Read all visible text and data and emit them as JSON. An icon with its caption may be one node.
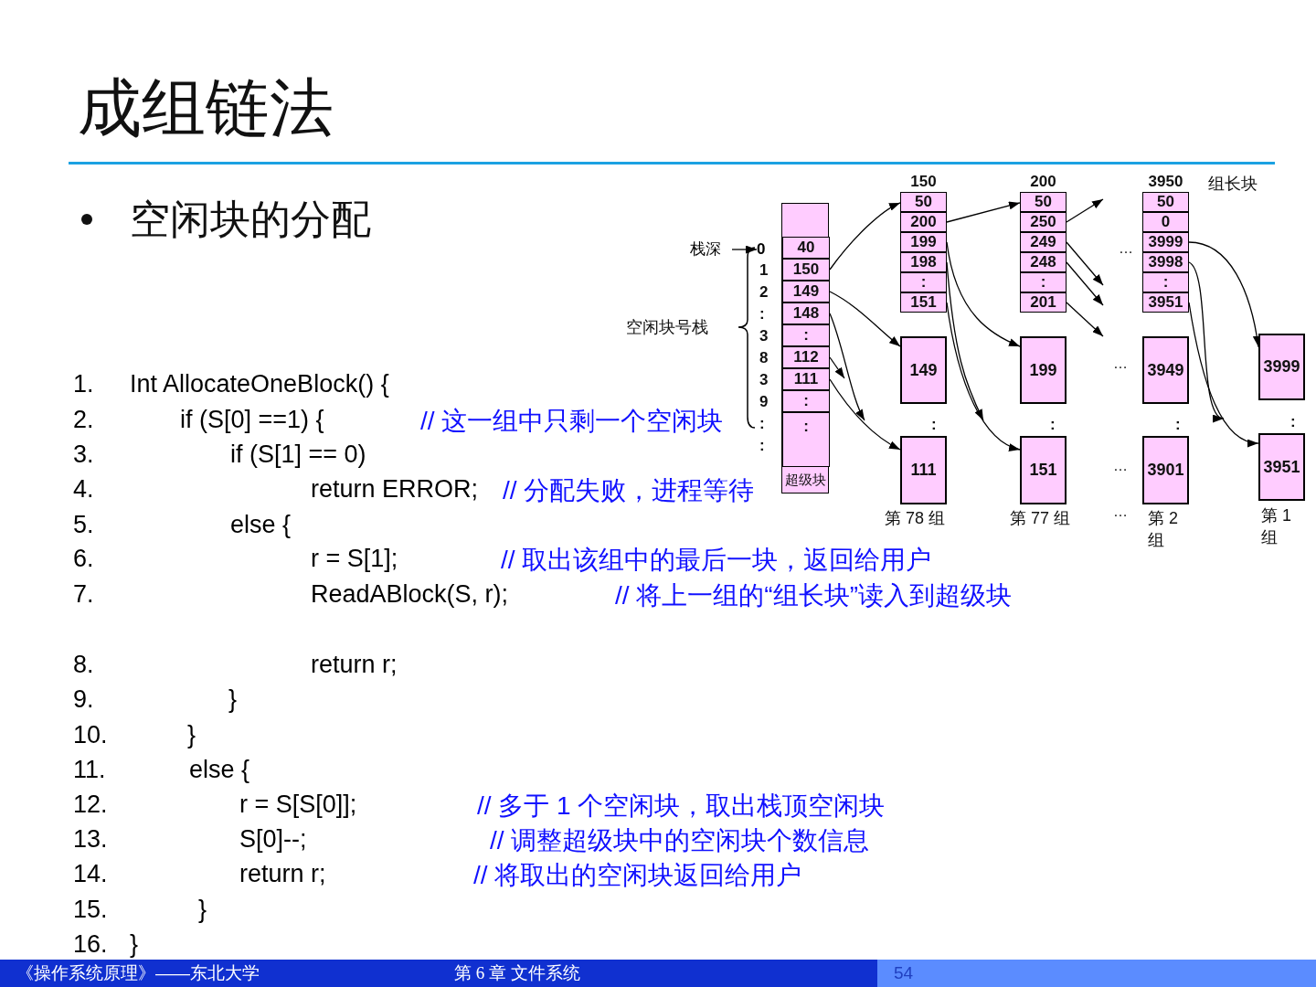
{
  "diagram": {
    "title": "成组链法",
    "nodes": [
      {
        "text": [
          "超级块"
        ]
      },
      {
        "text": [
          "40"
        ],
        "in": 0
      },
      {
        "text": [
          "150"
        ],
        "in": 0
      },
      {
        "text": [
          "149"
        ],
        "in": 0
      },
      {
        "text": [
          "148"
        ],
        "in": 0
      },
      {
        "text": [
          ":"
        ],
        "in": 0
      },
      {
        "text": [
          "112"
        ],
        "in": 0
      },
      {
        "text": [
          "111"
        ],
        "in": 0
      },
      {
        "text": [
          ":"
        ],
        "in": 0
      },
      {
        "text": [
          ":"
        ],
        "in": 0
      },
      {
        "text": [
          "150"
        ]
      },
      {
        "text": [
          "50"
        ],
        "in": 10
      },
      {
        "text": [
          "200"
        ],
        "in": 10
      },
      {
        "text": [
          "199"
        ],
        "in": 10
      },
      {
        "text": [
          "198"
        ],
        "in": 10
      },
      {
        "text": [
          ":"
        ],
        "in": 10
      },
      {
        "text": [
          "151"
        ],
        "in": 10
      },
      {
        "text": [
          "200"
        ]
      },
      {
        "text": [
          "50"
        ],
        "in": 17
      },
      {
        "text": [
          "250"
        ],
        "in": 17
      },
      {
        "text": [
          "249"
        ],
        "in": 17
      },
      {
        "text": [
          "248"
        ],
        "in": 17
      },
      {
        "text": [
          ":"
        ],
        "in": 17
      },
      {
        "text": [
          "201"
        ],
        "in": 17
      },
      {
        "text": [
          "3950"
        ],
        "beside": [
          "组长块"
        ]
      },
      {
        "text": [
          "50"
        ],
        "in": 24
      },
      {
        "text": [
          "0"
        ],
        "in": 24
      },
      {
        "text": [
          "3999"
        ],
        "in": 24
      },
      {
        "text": [
          "3998"
        ],
        "in": 24
      },
      {
        "text": [
          ":"
        ],
        "in": 24
      },
      {
        "text": [
          "3951"
        ],
        "in": 24
      },
      {
        "text": [
          "149"
        ]
      },
      {
        "text": [
          "199"
        ]
      },
      {
        "text": [
          "3949"
        ]
      },
      {
        "text": [
          "3999"
        ]
      },
      {
        "text": [
          "111"
        ],
        "beside": [
          "第 78 组"
        ]
      },
      {
        "text": [
          "151"
        ],
        "beside": [
          "第 77 组"
        ]
      },
      {
        "text": [
          "3901"
        ],
        "beside": [
          "第 2 组"
        ]
      },
      {
        "text": [
          "3951"
        ],
        "beside": [
          "第 1 组"
        ]
      },
      {
        "text": [
          "栈深"
        ]
      },
      {
        "text": [
          "0"
        ]
      }
    ],
    "edges": [
      {
        "from": 39,
        "to": 40,
        "arrow": "to"
      },
      {
        "from": 2,
        "to": 10,
        "arrow": "to"
      },
      {
        "from": 3,
        "to": 31,
        "arrow": "to"
      },
      {
        "from": 4,
        "to": null,
        "arrow": "to"
      },
      {
        "from": 6,
        "to": null,
        "arrow": "to"
      },
      {
        "from": 7,
        "to": 35,
        "arrow": "to"
      },
      {
        "from": 12,
        "to": 17,
        "arrow": "to"
      },
      {
        "from": 13,
        "to": 32,
        "arrow": "to"
      },
      {
        "from": 14,
        "to": null,
        "arrow": "to"
      },
      {
        "from": 16,
        "to": 36,
        "arrow": "to"
      },
      {
        "from": 19,
        "to": null,
        "arrow": "to"
      },
      {
        "from": 20,
        "to": null,
        "arrow": "to"
      },
      {
        "from": 21,
        "to": null,
        "arrow": "to"
      },
      {
        "from": 23,
        "to": null,
        "arrow": "to"
      },
      {
        "from": 27,
        "to": 34,
        "arrow": "to"
      },
      {
        "from": 28,
        "to": null,
        "arrow": "to"
      },
      {
        "from": 30,
        "to": 38,
        "arrow": "to"
      }
    ],
    "labels": [
      "空闲块的分配",
      "空闲块号栈",
      "1",
      "2",
      ":",
      "3",
      "8",
      "3",
      "9",
      ":",
      ":",
      "…",
      "…",
      ":",
      ":",
      ":",
      ":",
      "…",
      "…",
      "1.",
      "Int AllocateOneBlock()  {",
      "2.",
      "if  (S[0] ==1) {",
      "// 这一组中只剩一个空闲块",
      "3.",
      "if  (S[1] == 0)",
      "4.",
      "return ERROR;",
      "// 分配失败，进程等待",
      "5.",
      "else  {",
      "6.",
      "r = S[1];",
      "// 取出该组中的最后一块，返回给用户",
      "7.",
      "ReadABlock(S, r);",
      "// 将上一组的“组长块”读入到超级块",
      "8.",
      "return r;",
      "9.",
      "}",
      "10.",
      "}",
      "11.",
      "else  {",
      "12.",
      "r = S[S[0]];",
      "// 多于 1 个空闲块，取出栈顶空闲块",
      "13.",
      "S[0]--;",
      "// 调整超级块中的空闲块个数信息",
      "14.",
      "return r;",
      "// 将取出的空闲块返回给用户",
      "15.",
      "}",
      "16.",
      "}",
      "《操作系统原理》——东北大学",
      "第 6 章  文件系统",
      "54"
    ]
  }
}
